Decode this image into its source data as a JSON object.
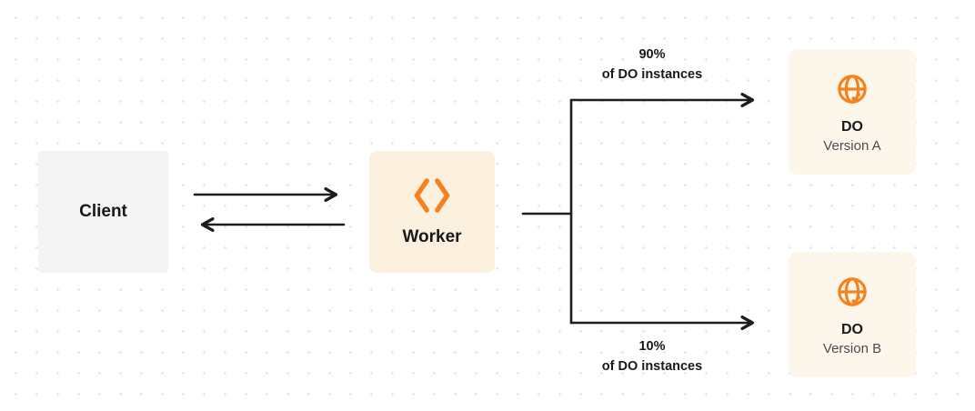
{
  "diagram": {
    "nodes": {
      "client": {
        "label": "Client"
      },
      "worker": {
        "label": "Worker",
        "icon": "workers-chevrons-icon"
      },
      "do_version_a": {
        "title": "DO",
        "subtitle": "Version A",
        "icon": "globe-icon"
      },
      "do_version_b": {
        "title": "DO",
        "subtitle": "Version B",
        "icon": "globe-icon"
      }
    },
    "edge_labels": {
      "top": {
        "percent": "90%",
        "caption": "of DO instances"
      },
      "bottom": {
        "percent": "10%",
        "caption": "of DO instances"
      }
    }
  },
  "colors": {
    "accent-orange": "#f6821f",
    "arrow": "#1d1d1f",
    "client-box-bg": "#f4f4f5",
    "worker-box-bg": "#fcf0df",
    "do-box-bg": "#fdf6ea",
    "subtitle-text": "#4b4b52",
    "dot-grid": "#e3e6ea"
  }
}
